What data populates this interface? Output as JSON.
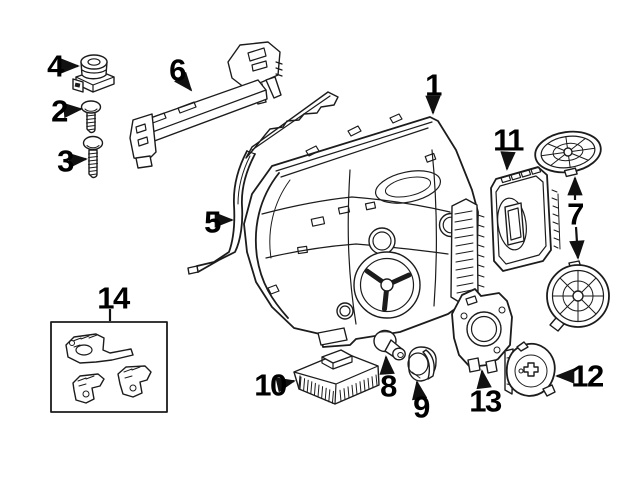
{
  "diagram": {
    "type": "exploded-parts-diagram",
    "background": "#ffffff",
    "line_color": "#1c1c1c",
    "label_color": "#000000",
    "callouts": {
      "c1": {
        "label": "1"
      },
      "c2": {
        "label": "2"
      },
      "c3": {
        "label": "3"
      },
      "c4": {
        "label": "4"
      },
      "c5": {
        "label": "5"
      },
      "c6": {
        "label": "6"
      },
      "c7": {
        "label": "7"
      },
      "c8": {
        "label": "8"
      },
      "c9": {
        "label": "9"
      },
      "c10": {
        "label": "10"
      },
      "c11": {
        "label": "11"
      },
      "c12": {
        "label": "12"
      },
      "c13": {
        "label": "13"
      },
      "c14": {
        "label": "14"
      }
    }
  }
}
